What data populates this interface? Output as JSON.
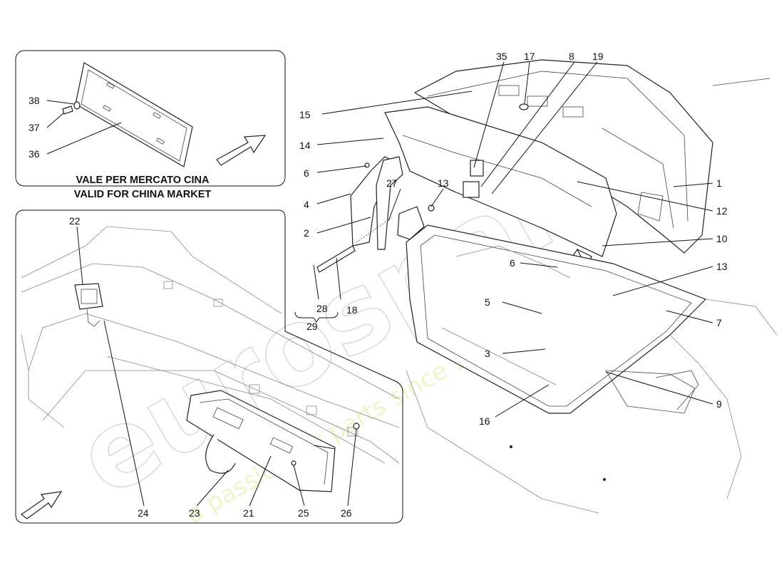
{
  "watermark": {
    "brand": "eurospares",
    "slogan": "a passion for parts since 1985"
  },
  "inset_china": {
    "note_line1": "VALE PER MERCATO CINA",
    "note_line2": "VALID FOR CHINA MARKET"
  },
  "callouts": {
    "c1": "1",
    "c2": "2",
    "c3": "3",
    "c4": "4",
    "c5": "5",
    "c6a": "6",
    "c6b": "6",
    "c7": "7",
    "c8": "8",
    "c9": "9",
    "c10": "10",
    "c12": "12",
    "c13a": "13",
    "c13b": "13",
    "c14": "14",
    "c15": "15",
    "c16": "16",
    "c17": "17",
    "c18": "18",
    "c19": "19",
    "c21": "21",
    "c22": "22",
    "c23": "23",
    "c24": "24",
    "c25": "25",
    "c26": "26",
    "c27": "27",
    "c28": "28",
    "c29": "29",
    "c35": "35",
    "c36": "36",
    "c37": "37",
    "c38": "38"
  }
}
